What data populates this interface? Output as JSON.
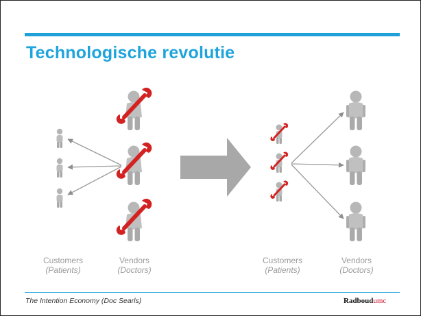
{
  "slide": {
    "title": "Technologische revolutie",
    "footer": "The Intention Economy (Doc Searls)",
    "logo_main": "Radboud",
    "logo_suffix": "umc"
  },
  "diagram": {
    "left": {
      "customers_label": "Customers",
      "customers_sublabel": "(Patients)",
      "vendors_label": "Vendors",
      "vendors_sublabel": "(Doctors)"
    },
    "right": {
      "customers_label": "Customers",
      "customers_sublabel": "(Patients)",
      "vendors_label": "Vendors",
      "vendors_sublabel": "(Doctors)"
    },
    "arrow": "big-right-arrow",
    "icons": [
      "person-icon",
      "wrench-person-icon"
    ],
    "colors": {
      "accent": "#1fa0d8",
      "wrench": "#d32222",
      "figure": "#b8b8b8",
      "arrow": "#a8a8a8"
    }
  }
}
